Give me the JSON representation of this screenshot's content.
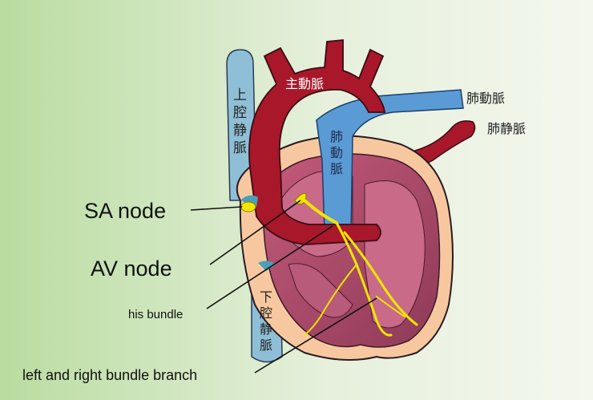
{
  "labels": {
    "sa_node": "SA node",
    "av_node": "AV node",
    "his_bundle": "his  bundle",
    "bundle_branch": "left and right bundle branch",
    "aorta": "主動脈",
    "pulmonary_artery": "肺動脈",
    "pulmonary_artery_inner": [
      "肺",
      "動",
      "脈"
    ],
    "pulmonary_vein": "肺静脈",
    "superior_vena_cava": [
      "上",
      "腔",
      "静",
      "脈"
    ],
    "inferior_vena_cava": [
      "下",
      "腔",
      "静",
      "脈"
    ]
  },
  "colors": {
    "background_left": "#b9dca0",
    "background_right": "#f4f7ee",
    "aorta": "#a8182a",
    "pulmonary_artery": "#5b9bd5",
    "vena_cava": "#8fbfd6",
    "heart_outer": "#f7c8a0",
    "heart_muscle": "#b24a6a",
    "heart_chamber": "#c86a88",
    "conduction": "#f2e600"
  }
}
